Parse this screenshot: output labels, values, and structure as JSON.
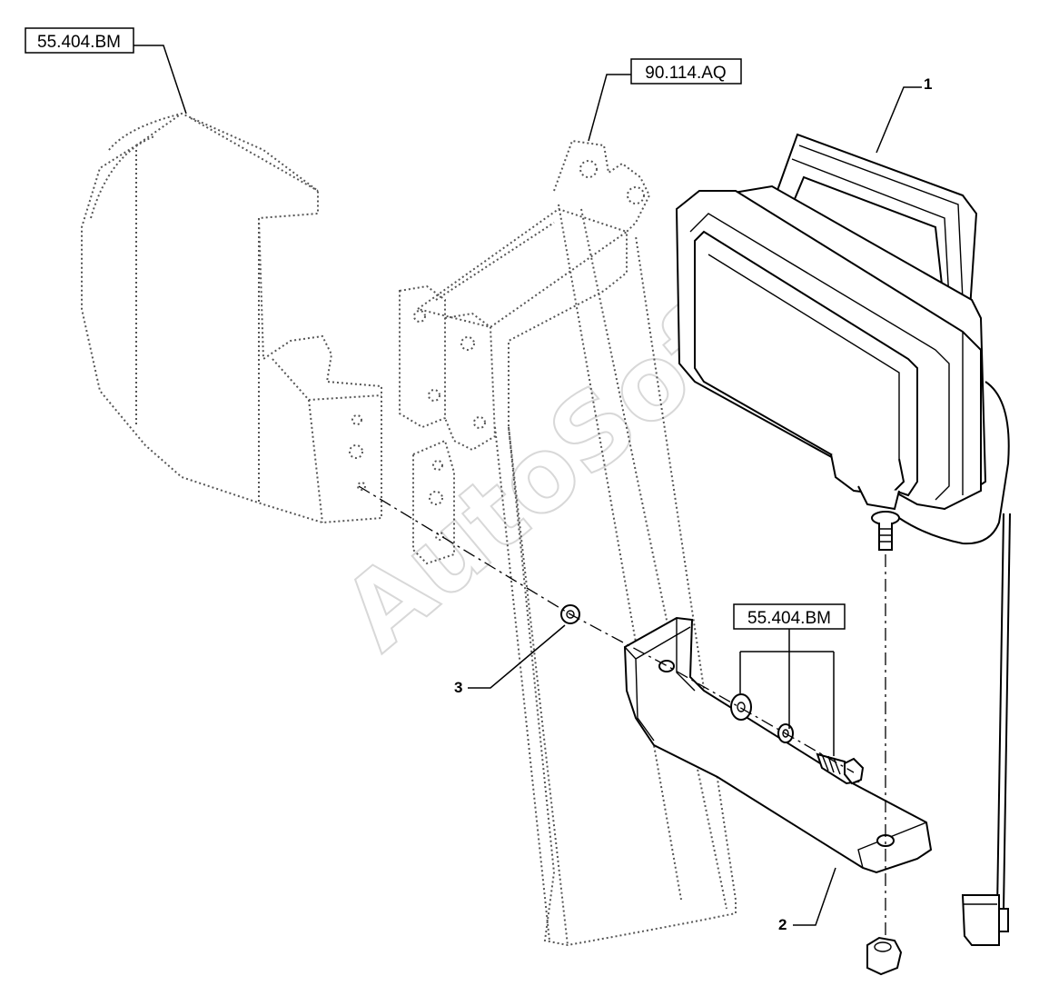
{
  "references": {
    "ref_top_left": "55.404.BM",
    "ref_top_center": "90.114.AQ",
    "ref_hardware": "55.404.BM"
  },
  "callouts": {
    "c1": "1",
    "c2": "2",
    "c3": "3"
  },
  "watermark": "AutoSoft"
}
